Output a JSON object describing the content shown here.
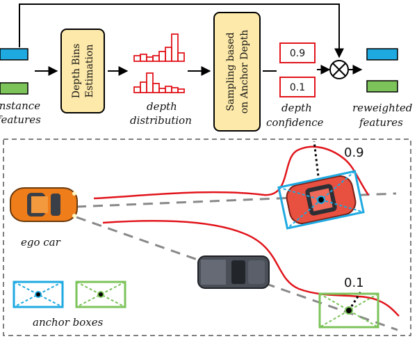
{
  "top": {
    "instance_line1": "instance",
    "instance_line2": "features",
    "depth_bins_line1": "Depth Bins",
    "depth_bins_line2": "Estimation",
    "depth_dist_line1": "depth",
    "depth_dist_line2": "distribution",
    "sampling_line1": "Sampling based",
    "sampling_line2": "on Anchor Depth",
    "conf_high": "0.9",
    "conf_low": "0.1",
    "depth_conf_line1": "depth",
    "depth_conf_line2": "confidence",
    "reweighted_line1": "reweighted",
    "reweighted_line2": "features"
  },
  "scene": {
    "ego_label": "ego car",
    "anchor_label": "anchor boxes",
    "score_high": "0.9",
    "score_low": "0.1"
  },
  "colors": {
    "blue": "#1ea9e1",
    "green": "#7cc35a",
    "yellow_box": "#fde9a9",
    "red": "#e1141b",
    "orange_car": "#ef7d1a",
    "red_car": "#e85040",
    "dark_car": "#4a4e57"
  }
}
